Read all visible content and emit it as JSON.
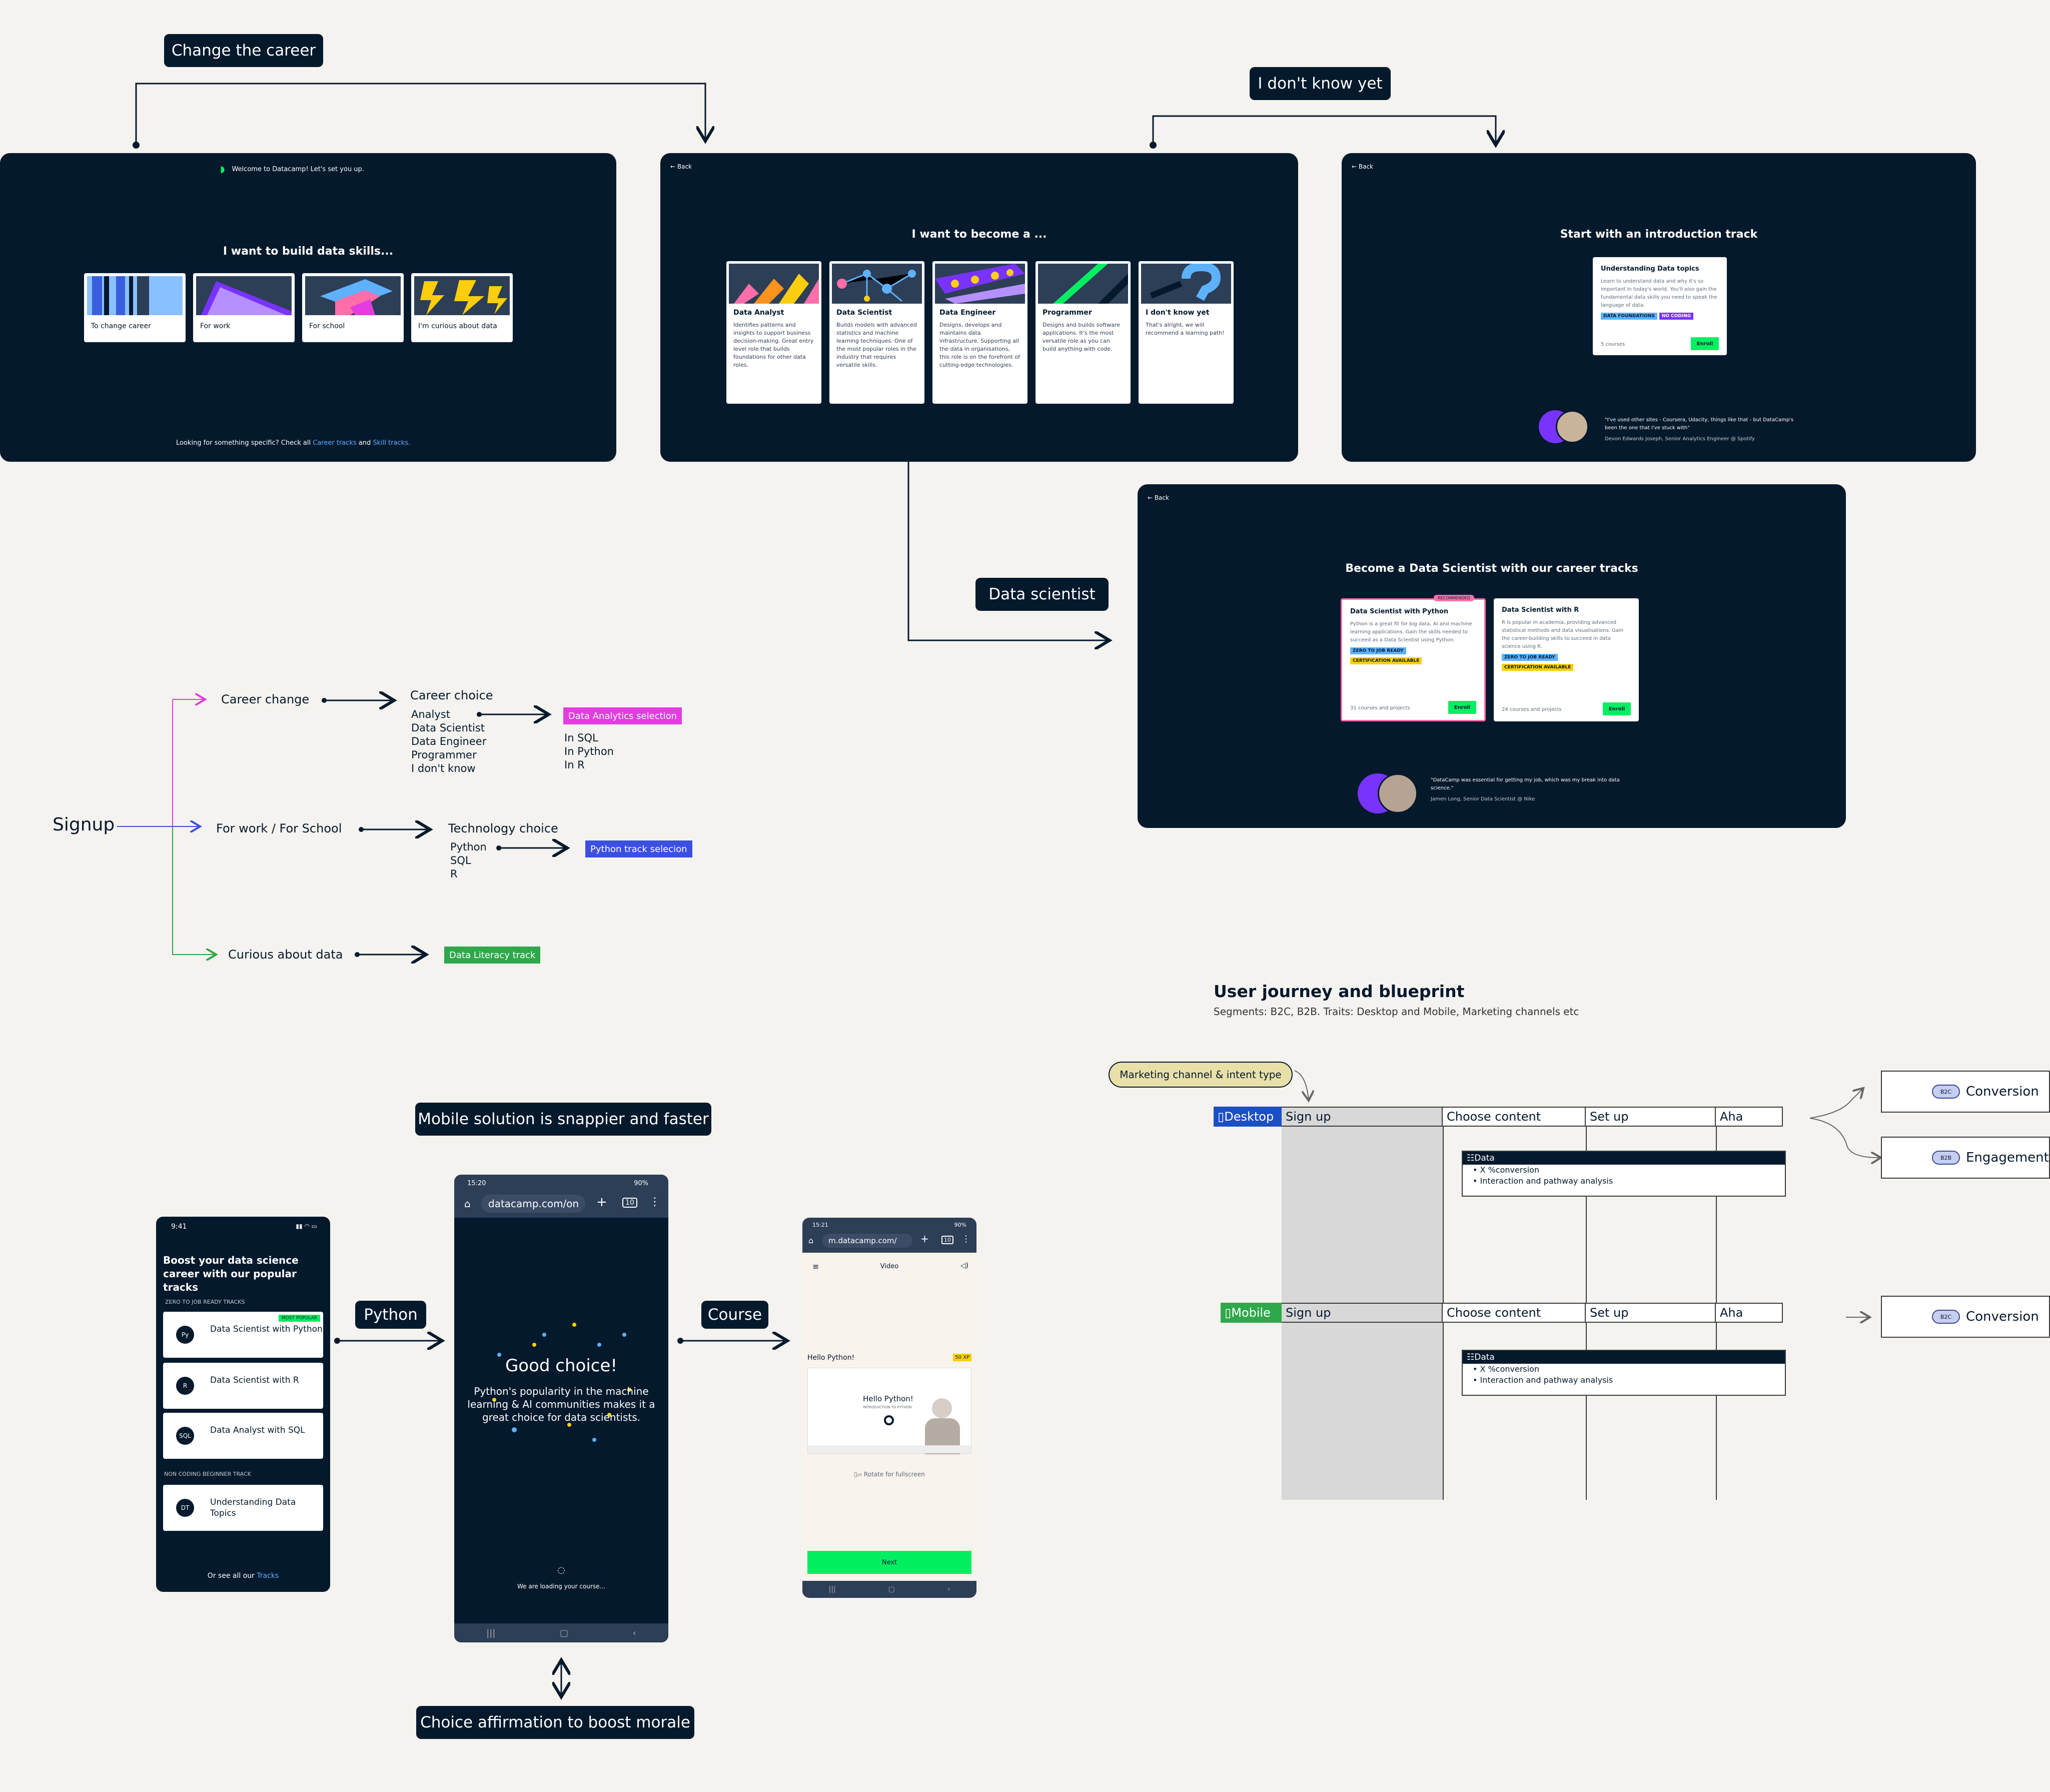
{
  "tags": {
    "change_career": "Change the career",
    "dont_know": "I don't know yet",
    "data_scientist": "Data scientist",
    "mobile": "Mobile solution is snappier and faster",
    "python": "Python",
    "course": "Course",
    "affirmation": "Choice affirmation to boost morale"
  },
  "welcome": {
    "header": "Welcome to Datacamp! Let's set you up.",
    "title": "I want to build data skills...",
    "options": [
      "To change career",
      "For work",
      "For school",
      "I'm curious about data"
    ],
    "footer_prefix": "Looking for something specific? Check all ",
    "footer_link1": "Career tracks",
    "footer_and": " and ",
    "footer_link2": "Skill tracks."
  },
  "roles": {
    "back": "← Back",
    "title": "I want to become a ...",
    "cards": [
      {
        "name": "Data Analyst",
        "desc": "Identifies patterns and insights to support business decision-making. Great entry level role that builds foundations for other data roles."
      },
      {
        "name": "Data Scientist",
        "desc": "Builds models with advanced statistics and machine learning techniques. One of the most popular roles in the industry that requires versatile skills."
      },
      {
        "name": "Data Engineer",
        "desc": "Designs, develops and maintains data infrastructure. Supporting all the data in organisations, this role is on the forefront of cutting-edge technologies."
      },
      {
        "name": "Programmer",
        "desc": "Designs and builds software applications. It's the most versatile role as you can build anything with code."
      },
      {
        "name": "I don't know yet",
        "desc": "That's alright, we will recommend a learning path!"
      }
    ]
  },
  "intro": {
    "back": "← Back",
    "title": "Start with an introduction track",
    "card_title": "Understanding Data topics",
    "card_desc": "Learn to understand data and why it's so important in today's world. You'll also gain the fundamental data skills you need to speak the language of data.",
    "badge1": "DATA FOUNDATIONS",
    "badge2": "NO CODING",
    "count": "5 courses",
    "enroll": "Enroll",
    "quote": "\"I've used other sites - Coursera, Udacity, things like that - but DataCamp's been the one that I've stuck with\"",
    "author": "Devon Edwards Joseph, Senior Analytics Engineer @ Spotify"
  },
  "ds": {
    "back": "← Back",
    "title": "Become a Data Scientist with our career tracks",
    "recommended": "RECOMMENDED",
    "cards": [
      {
        "title": "Data Scientist with Python",
        "desc": "Python is a great fit for big data, AI and machine learning applications. Gain the skills needed to succeed as a Data Scientist using Python.",
        "count": "31 courses and projects"
      },
      {
        "title": "Data Scientist with R",
        "desc": "R is popular in academia, providing advanced statistical methods and data visualisations. Gain the career-building skills to succeed in data science using R.",
        "count": "24 courses and projects"
      }
    ],
    "badge1": "ZERO TO JOB READY",
    "badge2": "CERTIFICATION AVAILABLE",
    "enroll": "Enroll",
    "quote": "\"DataCamp was essential for getting my job, which was my break into data science.\"",
    "author": "Jamen Long, Senior Data Scientist @ Nike"
  },
  "flow": {
    "signup": "Signup",
    "career_change": "Career change",
    "career_choice": "Career choice",
    "career_items": [
      "Analyst",
      "Data Scientist",
      "Data Engineer",
      "Programmer",
      "I don't know"
    ],
    "da_selection": "Data Analytics selection",
    "da_items": [
      "In SQL",
      "In Python",
      "In R"
    ],
    "for_work": "For work / For School",
    "tech_choice": "Technology choice",
    "tech_items": [
      "Python",
      "SQL",
      "R"
    ],
    "python_selection": "Python track selecion",
    "curious": "Curious about data",
    "literacy": "Data Literacy track"
  },
  "phone1": {
    "time": "9:41",
    "title": "Boost your data science career with our popular tracks",
    "section1": "ZERO TO JOB READY TRACKS",
    "most_popular": "MOST POPULAR",
    "tracks": [
      {
        "icon": "Py",
        "name": "Data Scientist with Python"
      },
      {
        "icon": "R",
        "name": "Data Scientist with R"
      },
      {
        "icon": "SQL",
        "name": "Data Analyst with SQL"
      }
    ],
    "section2": "NON CODING BEGINNER TRACK",
    "track4_icon": "DT",
    "track4_name": "Understanding Data Topics",
    "footer_prefix": "Or see all our ",
    "footer_link": "Tracks"
  },
  "phone2": {
    "status": "15:20",
    "battery": "90%",
    "url": "datacamp.com/on",
    "title": "Good choice!",
    "body": "Python's popularity in the machine learning & AI communities makes it a great choice for data scientists.",
    "loading": "We are loading your course..."
  },
  "phone3": {
    "status": "15:21",
    "battery": "90%",
    "url": "m.datacamp.com/",
    "video_label": "Video",
    "hello": "Hello Python!",
    "xp": "50 XP",
    "video_title": "Hello Python!",
    "video_sub": "INTRODUCTION TO PYTHON",
    "rotate": "Rotate for fullscreen",
    "next": "Next"
  },
  "journey": {
    "title": "User journey and blueprint",
    "subtitle": "Segments: B2C, B2B. Traits: Desktop and Mobile, Marketing channels etc",
    "marketing": "Marketing channel & intent type",
    "desktop": "Desktop",
    "mobile": "Mobile",
    "stages": [
      "Sign up",
      "Choose content",
      "Set up",
      "Aha"
    ],
    "data_title": "Data",
    "data_items": [
      "X %conversion",
      "Interaction and pathway analysis"
    ],
    "goals": [
      {
        "badge": "B2C",
        "label": "Conversion"
      },
      {
        "badge": "B2B",
        "label": "Engagement"
      },
      {
        "badge": "B2C",
        "label": "Conversion"
      }
    ]
  }
}
